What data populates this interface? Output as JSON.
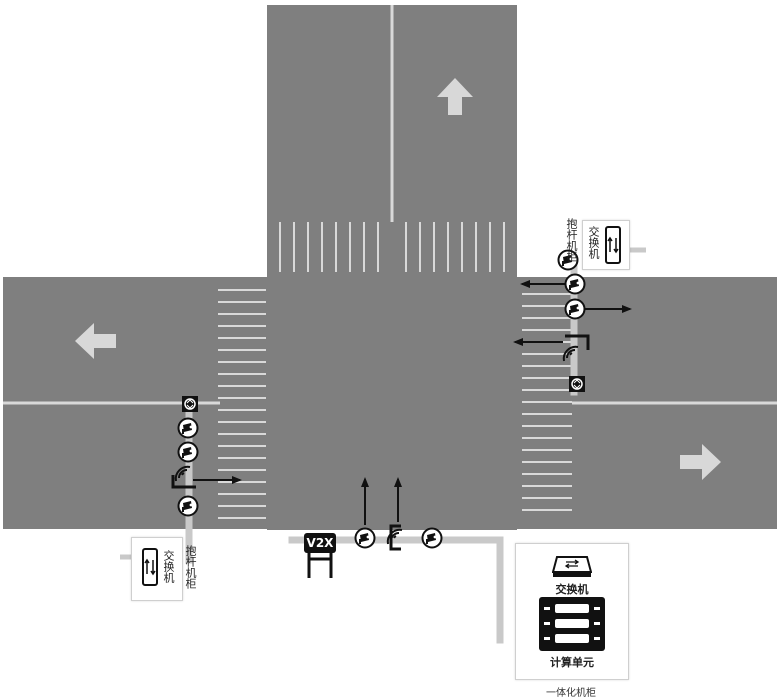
{
  "labels": {
    "switch": "交换机",
    "pole_cabinet": "抱杆机柜",
    "switch_bold": "交换机",
    "compute_unit": "计算单元",
    "integrated_cabinet": "一体化机柜",
    "v2x": "V2X"
  },
  "colors": {
    "road": "#7f7f7f",
    "marking": "#d9d9d9",
    "arrow": "#d8d8d8",
    "device": "#1a1a1a",
    "cable": "#c9c9c9",
    "background": "#ffffff"
  },
  "icons": {
    "camera": "camera-icon",
    "radar": "radar-icon",
    "fisheye": "fisheye-camera-icon",
    "switch": "switch-icon",
    "server": "server-rack-icon",
    "v2x": "v2x-rsu-icon"
  }
}
